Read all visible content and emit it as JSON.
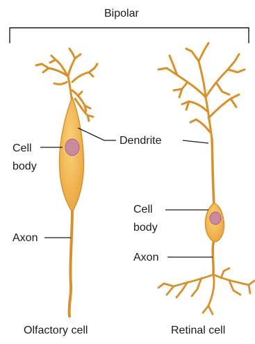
{
  "header": {
    "title": "Bipolar"
  },
  "labels": {
    "dendrite": "Dendrite",
    "olfactory_cell_body_line1": "Cell",
    "olfactory_cell_body_line2": "body",
    "olfactory_axon": "Axon",
    "retinal_cell_body_line1": "Cell",
    "retinal_cell_body_line2": "body",
    "retinal_axon": "Axon"
  },
  "captions": {
    "left": "Olfactory cell",
    "right": "Retinal cell"
  },
  "colors": {
    "cell_fill": "#F2B54A",
    "cell_stroke": "#D9902A",
    "nucleus": "#C98A9E",
    "line": "#1a1a1a"
  }
}
